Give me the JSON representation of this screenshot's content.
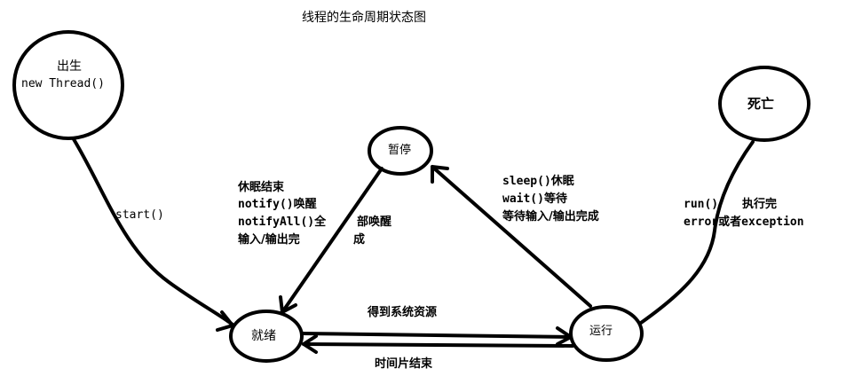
{
  "title": "线程的生命周期状态图",
  "states": {
    "birth": {
      "name": "出生",
      "sub": "new Thread()"
    },
    "ready": {
      "name": "就绪"
    },
    "blocked": {
      "name": "暂停"
    },
    "running": {
      "name": "运行"
    },
    "dead": {
      "name": "死亡"
    }
  },
  "transitions": {
    "birth_to_ready": "start()",
    "ready_to_running": "得到系统资源",
    "running_to_ready": "时间片结束",
    "running_to_blocked": [
      "sleep()休眠",
      "wait()等待",
      "等待输入/输出完成"
    ],
    "blocked_to_ready": [
      "休眠结束",
      "notify()唤醒",
      "notifyAll()全",
      "部唤醒",
      "输入/输出完",
      "成"
    ],
    "running_to_dead": [
      "run()",
      "执行完",
      "error或者exception"
    ]
  }
}
